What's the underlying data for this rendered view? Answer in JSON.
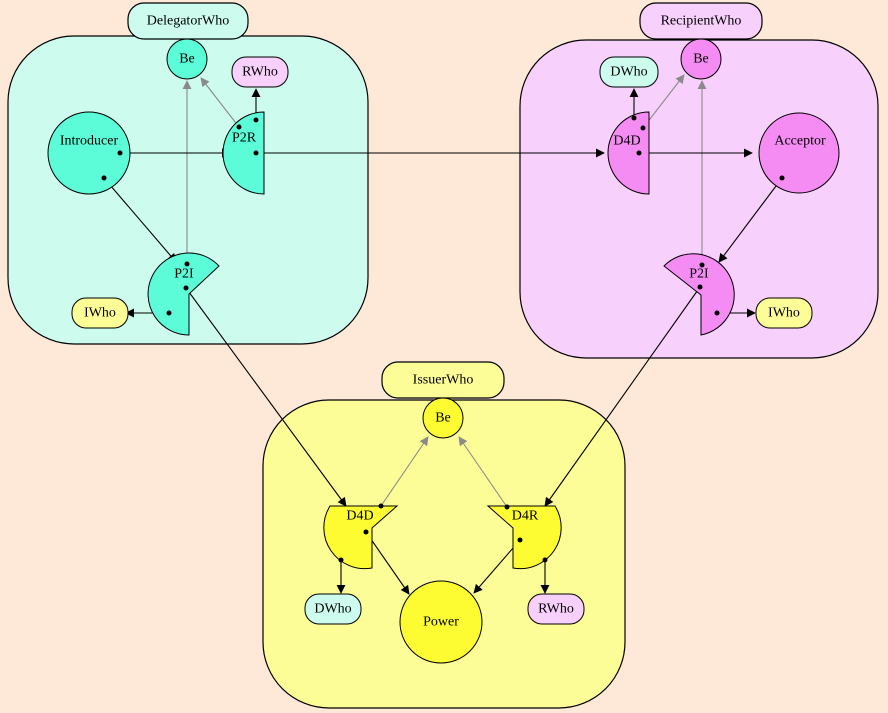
{
  "colors": {
    "background": "#fee9d8",
    "cyan_fill": "#cdfcef",
    "cyan_node": "#5bfcd7",
    "magenta_fill": "#f8d0fc",
    "magenta_node": "#f58cf3",
    "yellow_fill": "#fdfd98",
    "yellow_node": "#fdfb31",
    "black_edge": "#000000",
    "gray_edge": "#8a8a8a"
  },
  "containers": {
    "delegator": {
      "label": "DelegatorWho"
    },
    "recipient": {
      "label": "RecipientWho"
    },
    "issuer": {
      "label": "IssuerWho"
    }
  },
  "nodes": {
    "delegator": {
      "be": "Be",
      "rwho": "RWho",
      "introducer": "Introducer",
      "p2r": "P2R",
      "p2i": "P2I",
      "iwho": "IWho"
    },
    "recipient": {
      "dwho": "DWho",
      "be": "Be",
      "d4d": "D4D",
      "acceptor": "Acceptor",
      "p2i": "P2I",
      "iwho": "IWho"
    },
    "issuer": {
      "be": "Be",
      "d4d": "D4D",
      "d4r": "D4R",
      "dwho": "DWho",
      "power": "Power",
      "rwho": "RWho"
    }
  }
}
